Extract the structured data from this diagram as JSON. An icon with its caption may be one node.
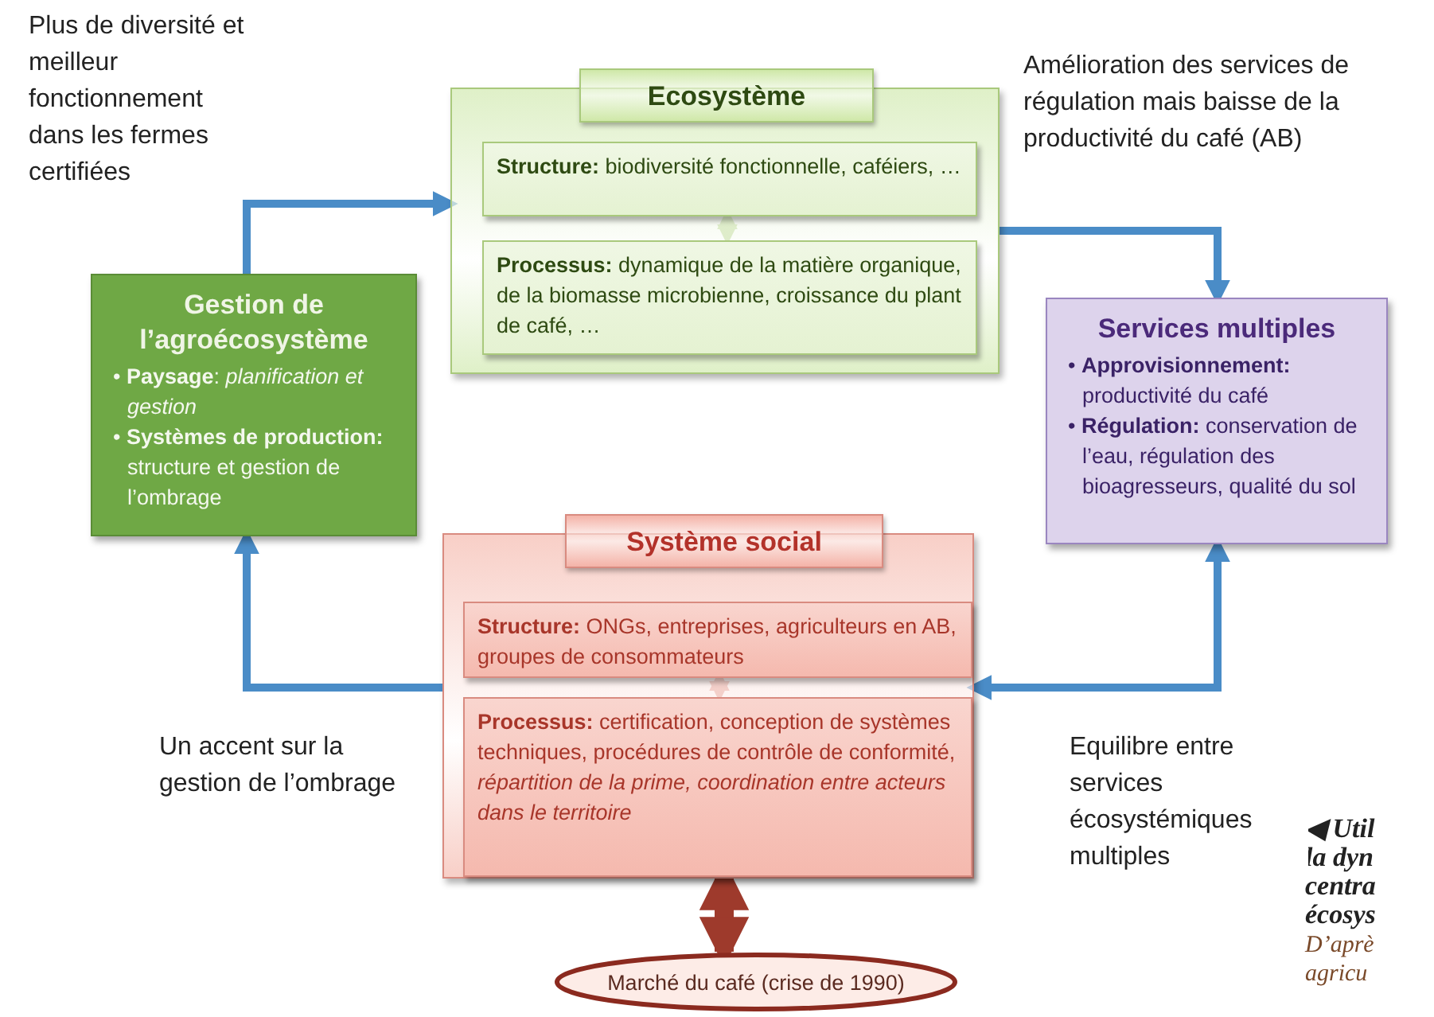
{
  "diagram": {
    "nodes": [
      {
        "text": [
          "Ecosystème"
        ]
      },
      {
        "text": [
          "**Structure:** biodiversité fonctionnelle, caféiers, …"
        ],
        "in": 0
      },
      {
        "text": [
          "**Processus:** dynamique de la matière organique, de la biomasse microbienne, croissance du plant de café, …"
        ],
        "in": 0
      },
      {
        "text": [
          "Gestion de l’agroécosystème",
          "• **Paysage**: *planification et gestion*",
          "• **Systèmes de production:** structure et gestion de l’ombrage"
        ]
      },
      {
        "text": [
          "Services multiples",
          "• **Approvisionnement:** productivité du café",
          "• **Régulation:** conservation de l’eau, régulation des bioagresseurs, qualité du sol"
        ]
      },
      {
        "text": [
          "Système social"
        ]
      },
      {
        "text": [
          "**Structure:** ONGs, entreprises, agriculteurs en AB, groupes de consommateurs"
        ],
        "in": 5
      },
      {
        "text": [
          "**Processus:** certification, conception de systèmes techniques, procédures de contrôle de conformité, *répartition de la prime, coordination entre acteurs dans le territoire*"
        ],
        "in": 5
      },
      {
        "text": [
          "Marché du café (crise de 1990)"
        ]
      }
    ],
    "edges": [
      {
        "from": 3,
        "to": 0,
        "arrow": "to",
        "label": "Plus de diversité et meilleur fonctionnement dans les fermes certifiées"
      },
      {
        "from": 0,
        "to": 4,
        "arrow": "to",
        "label": "Amélioration des services de régulation mais baisse de la productivité du café (AB)"
      },
      {
        "from": 5,
        "to": 3,
        "arrow": "to",
        "label": "Un accent sur la gestion de l’ombrage"
      },
      {
        "from": 5,
        "to": 4,
        "arrow": "both",
        "label": "Equilibre entre services écosystémiques multiples"
      },
      {
        "from": 1,
        "to": 2,
        "arrow": "both",
        "color": "#b9d68e"
      },
      {
        "from": 6,
        "to": 7,
        "arrow": "both",
        "color": "#e39a8e"
      },
      {
        "from": 7,
        "to": 8,
        "arrow": "both",
        "style": "thick",
        "color": "#9e3a2c"
      }
    ],
    "labels": [
      "◀ Util",
      "la dyn",
      "centra",
      "écosys",
      "D’aprè",
      "agricu"
    ]
  }
}
